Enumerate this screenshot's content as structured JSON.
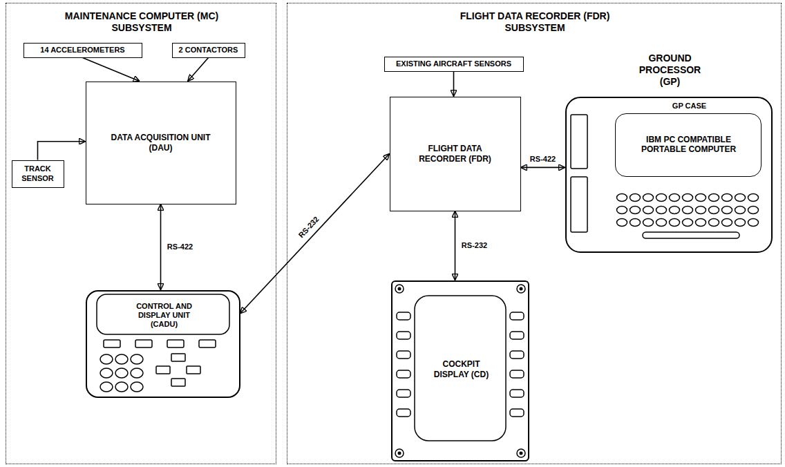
{
  "diagram": {
    "nodes": [
      {
        "text": [
          "MAINTENANCE COMPUTER (MC) SUBSYSTEM"
        ]
      },
      {
        "text": [
          "14 ACCELEROMETERS"
        ],
        "in": 0
      },
      {
        "text": [
          "2 CONTACTORS"
        ],
        "in": 0
      },
      {
        "text": [
          "DATA ACQUISITION UNIT (DAU)"
        ],
        "in": 0
      },
      {
        "text": [
          "TRACK SENSOR"
        ],
        "in": 0
      },
      {
        "text": [
          "CONTROL AND DISPLAY UNIT (CADU)"
        ],
        "in": 0
      },
      {
        "text": [
          "FLIGHT DATA RECORDER (FDR) SUBSYSTEM"
        ]
      },
      {
        "text": [
          "EXISTING AIRCRAFT SENSORS"
        ],
        "in": 6
      },
      {
        "text": [
          "FLIGHT DATA RECORDER (FDR)"
        ],
        "in": 6
      },
      {
        "text": [
          "GROUND PROCESSOR (GP)",
          "GP CASE"
        ],
        "in": 6
      },
      {
        "text": [
          "IBM PC COMPATIBLE PORTABLE COMPUTER"
        ],
        "in": 9
      },
      {
        "text": [
          "COCKPIT DISPLAY (CD)"
        ],
        "in": 6
      }
    ],
    "edges": [
      {
        "from": 1,
        "to": 3,
        "arrow": "to"
      },
      {
        "from": 2,
        "to": 3,
        "arrow": "to"
      },
      {
        "from": 4,
        "to": 3,
        "arrow": "to"
      },
      {
        "from": 3,
        "to": 5,
        "label": "RS-422",
        "arrow": "both"
      },
      {
        "from": 5,
        "to": 8,
        "label": "RS-232",
        "arrow": "both"
      },
      {
        "from": 7,
        "to": 8,
        "arrow": "to"
      },
      {
        "from": 8,
        "to": 9,
        "label": "RS-422",
        "arrow": "both"
      },
      {
        "from": 8,
        "to": 11,
        "label": "RS-232",
        "arrow": "both"
      }
    ]
  }
}
